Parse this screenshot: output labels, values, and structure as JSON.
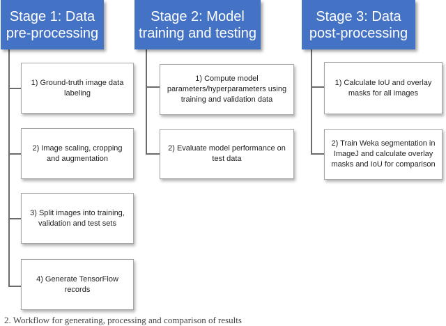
{
  "diagram": {
    "stage1": {
      "title_line1": "Stage 1: Data",
      "title_line2": "pre-processing",
      "steps": [
        "1) Ground-truth image data labeling",
        "2) Image scaling, cropping and augmentation",
        "3) Split images into training, validation and test sets",
        "4) Generate TensorFlow records"
      ]
    },
    "stage2": {
      "title_line1": "Stage 2: Model",
      "title_line2": "training and testing",
      "steps": [
        "1) Compute model parameters/hyperparameters  using training and validation data",
        "2) Evaluate model performance on test data"
      ]
    },
    "stage3": {
      "title_line1": "Stage 3: Data",
      "title_line2": "post-processing",
      "steps": [
        "1) Calculate IoU and overlay masks for all images",
        "2) Train Weka segmentation in ImageJ and calculate overlay masks and IoU for comparison"
      ]
    },
    "header_color": "#4472c4",
    "connector_color": "#6b6b6b"
  },
  "caption": "2.  Workflow for generating, processing and comparison of results"
}
